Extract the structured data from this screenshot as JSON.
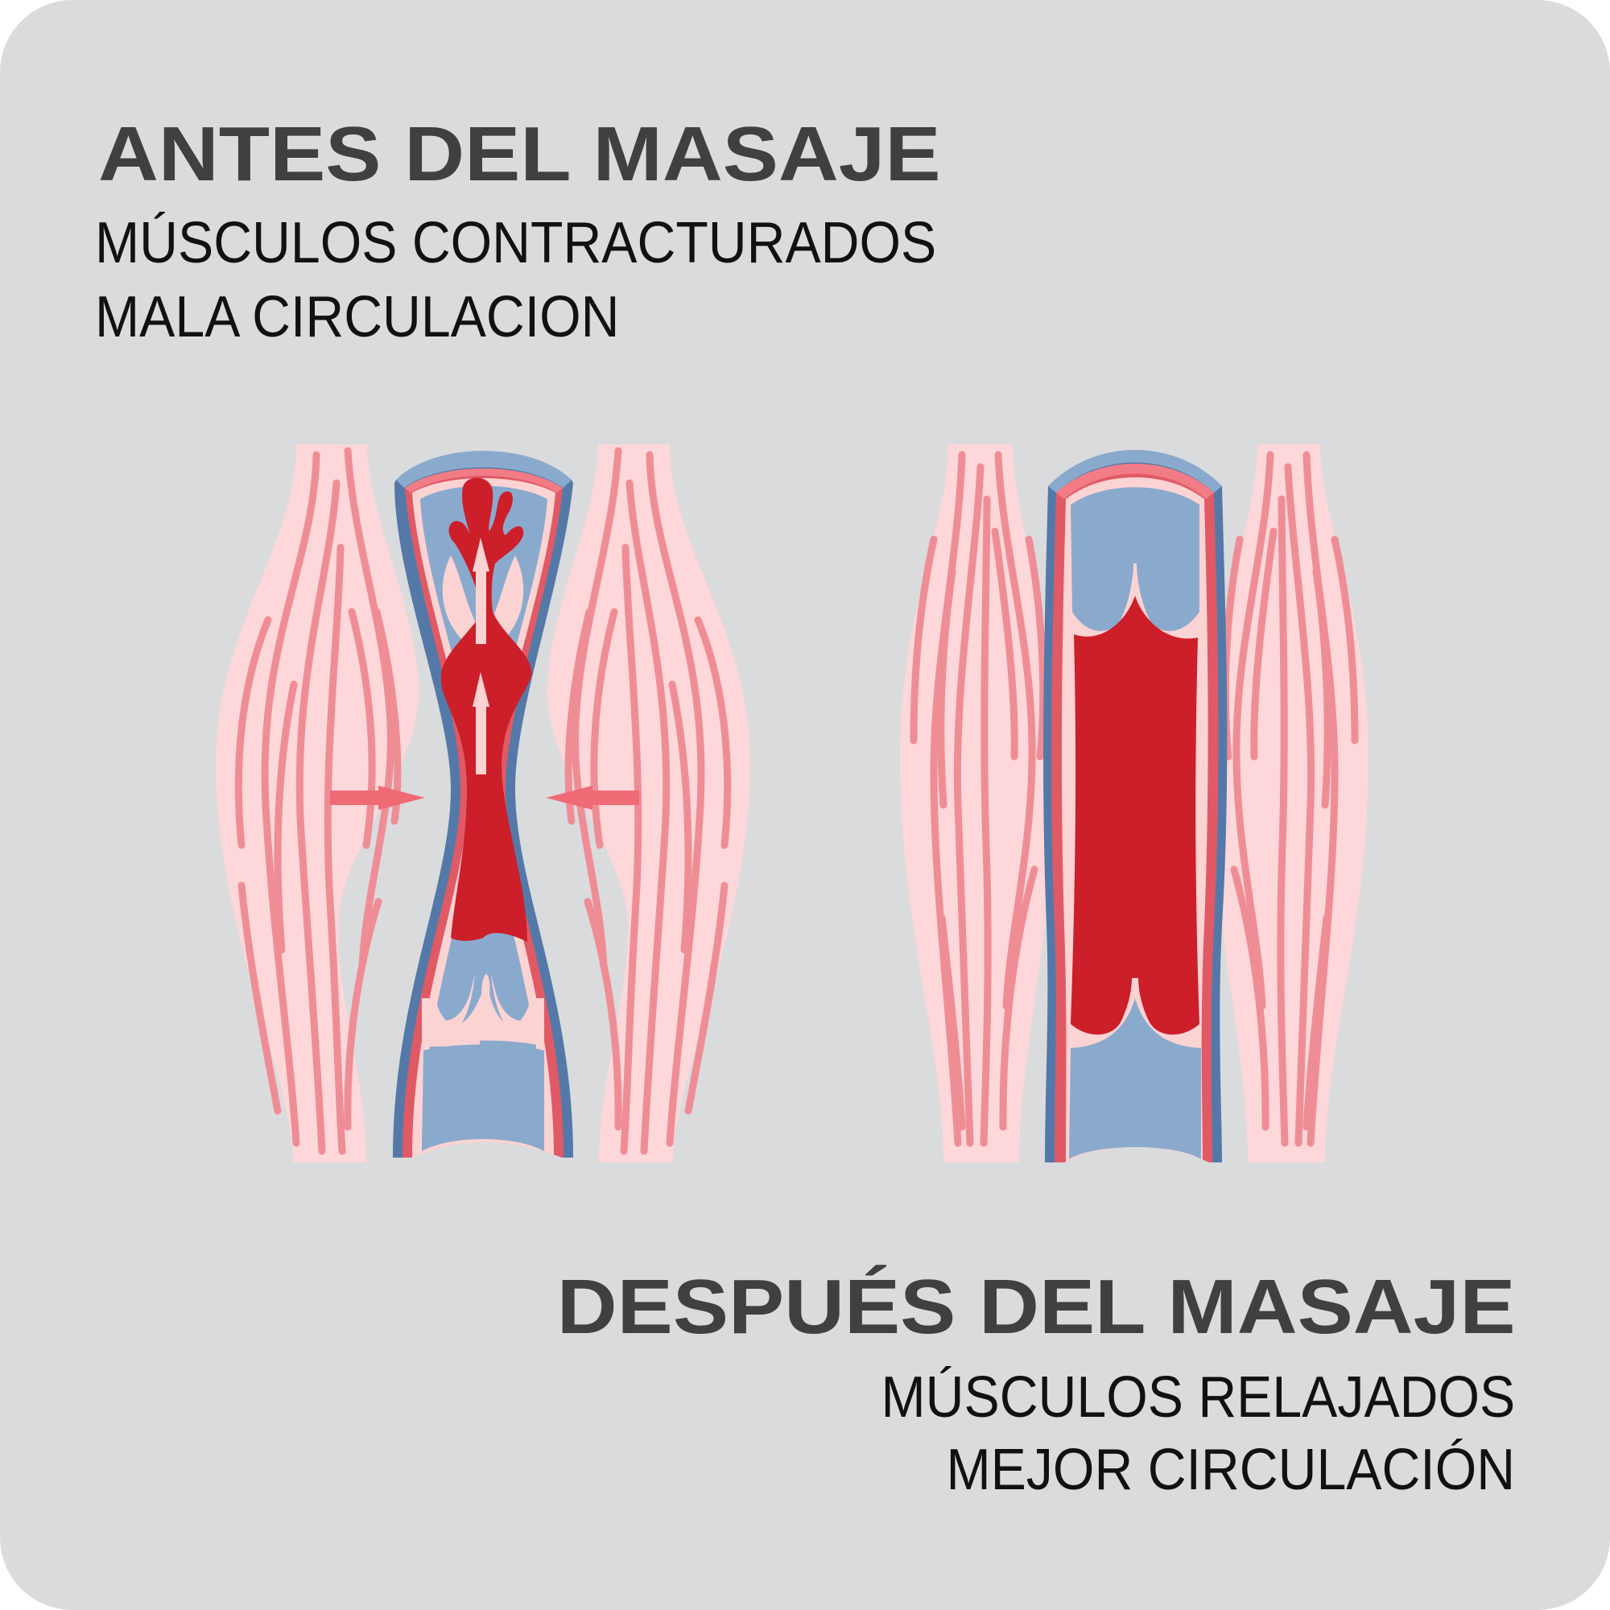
{
  "before": {
    "title": "ANTES DEL MASAJE",
    "lines": [
      "MÚSCULOS CONTRACTURADOS",
      "MALA CIRCULACION"
    ]
  },
  "after": {
    "title": "DESPUÉS DEL MASAJE",
    "lines": [
      "MÚSCULOS RELAJADOS",
      "MEJOR CIRCULACIÓN"
    ]
  },
  "colors": {
    "background": "#dadbdd",
    "title_text": "#404041",
    "body_text": "#111111",
    "muscle_fill": "#fdd7d9",
    "muscle_fiber": "#ef8d95",
    "vein_outer_blue": "#5479a8",
    "vein_red_wall": "#e05a66",
    "vein_inner_pink": "#fcd3d3",
    "vein_lumen_blue": "#8aaacd",
    "blood_red": "#cc1f2a",
    "pressure_arrow": "#ef6a74"
  }
}
